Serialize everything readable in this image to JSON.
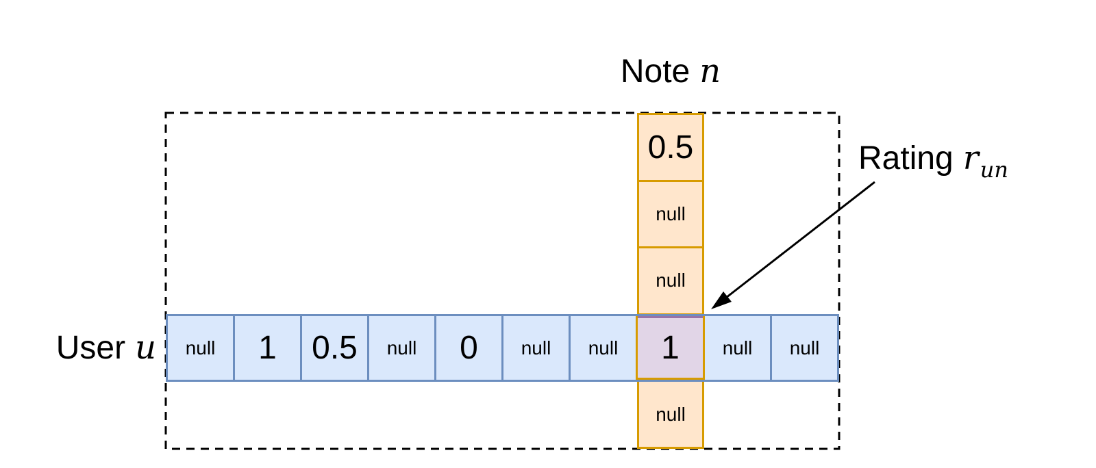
{
  "diagram": {
    "labels": {
      "note_prefix": "Note",
      "note_var": "n",
      "user_prefix": "User",
      "user_var": "u",
      "rating_prefix": "Rating",
      "rating_var": "r",
      "rating_var_subscript": "un"
    },
    "matrix": {
      "user_row_cells": [
        "null",
        "1",
        "0.5",
        "null",
        "0",
        "null",
        "null",
        "1",
        "null",
        "null"
      ],
      "note_column_cells": [
        "0.5",
        "null",
        "null",
        "1",
        "null"
      ],
      "intersection": {
        "row_index": 7,
        "column_index": 3,
        "value": "1"
      }
    },
    "colors": {
      "row_fill": "#dae8fc",
      "row_border": "#6c8ebf",
      "column_fill": "#ffe6cc",
      "column_border": "#d79b00",
      "intersection_fill": "#e1d5e7",
      "intersection_border": "#9673a6",
      "boundary_and_arrow": "#000000"
    }
  }
}
